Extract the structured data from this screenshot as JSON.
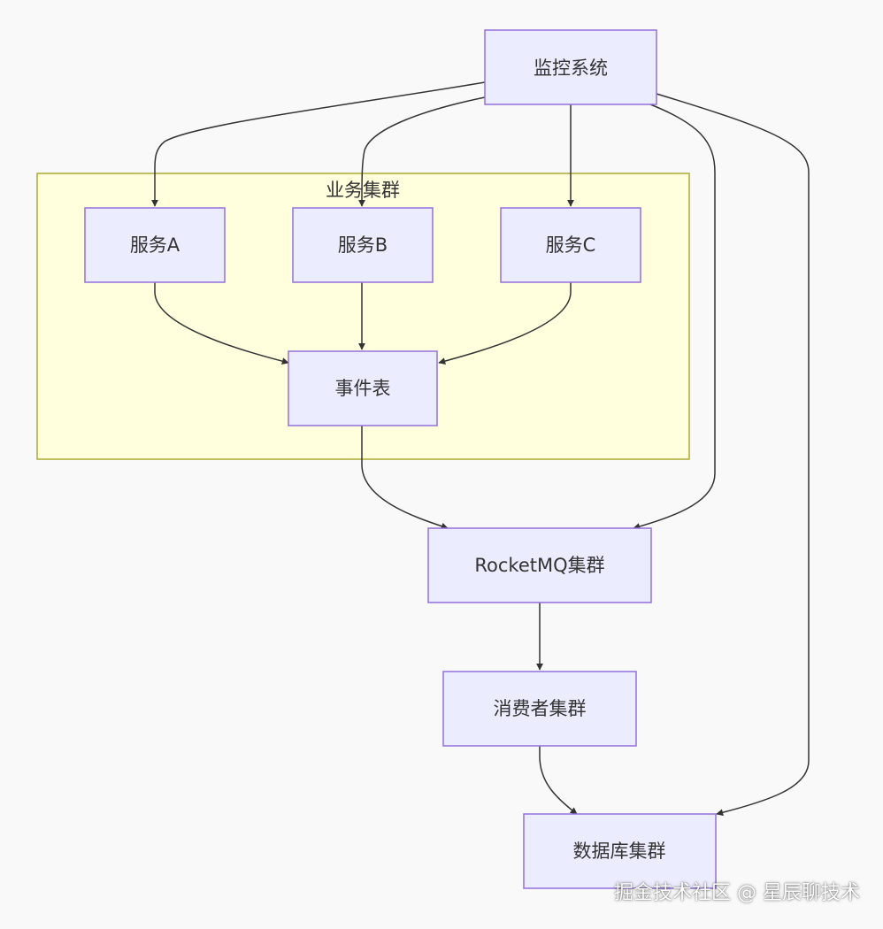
{
  "cluster": {
    "label": "业务集群"
  },
  "nodes": {
    "monitor": "监控系统",
    "service_a": "服务A",
    "service_b": "服务B",
    "service_c": "服务C",
    "event_table": "事件表",
    "rocketmq": "RocketMQ集群",
    "consumer": "消费者集群",
    "database": "数据库集群"
  },
  "edges": [
    {
      "from": "monitor",
      "to": "service_a"
    },
    {
      "from": "monitor",
      "to": "service_b"
    },
    {
      "from": "monitor",
      "to": "service_c"
    },
    {
      "from": "monitor",
      "to": "rocketmq"
    },
    {
      "from": "monitor",
      "to": "database"
    },
    {
      "from": "service_a",
      "to": "event_table"
    },
    {
      "from": "service_b",
      "to": "event_table"
    },
    {
      "from": "service_c",
      "to": "event_table"
    },
    {
      "from": "event_table",
      "to": "rocketmq"
    },
    {
      "from": "rocketmq",
      "to": "consumer"
    },
    {
      "from": "consumer",
      "to": "database"
    }
  ],
  "colors": {
    "node_fill": "#ececff",
    "node_stroke": "#9370db",
    "cluster_fill": "#ffffde",
    "cluster_stroke": "#aaaa33",
    "edge": "#333333",
    "background": "#f9f9f9"
  },
  "watermark": "掘金技术社区 @ 星辰聊技术"
}
